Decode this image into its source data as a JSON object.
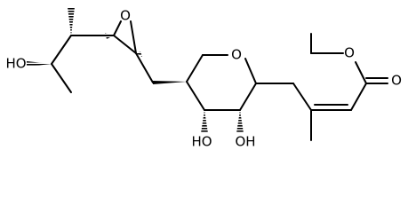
{
  "atoms": {
    "ring_oxygen": "O",
    "epoxide_oxygen": "O",
    "side_chain_hydroxyl": "HO",
    "ring_hydroxyl_left": "HO",
    "ring_hydroxyl_right": "OH",
    "ester_alkoxy_oxygen": "O",
    "ester_carbonyl_oxygen": "O"
  }
}
